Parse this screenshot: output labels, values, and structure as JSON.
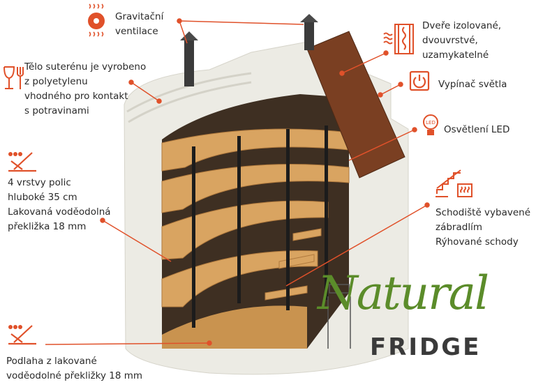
{
  "labels": {
    "ventilation": "Gravitační\nventilace",
    "body": "Tělo suterénu je vyrobeno\nz polyetylenu\nvhodného pro kontakt\ns potravinami",
    "shelves": "4 vrstvy polic\nhluboké 35 cm\nLakovaná voděodolná\npřekližka 18 mm",
    "floor": "Podlaha z lakované\nvoděodolné překližky 18 mm",
    "door": "Dveře izolované,\ndvouvrstvé,\nuzamykatelné",
    "switch": "Vypínač světla",
    "led": "Osvětlení  LED",
    "stairs": "Schodiště vybavené\nzábradlím\nRýhované schody"
  },
  "icons": {
    "ventilation": "fan-heat-icon",
    "body": "food-safe-glass-fork-icon",
    "shelves": "waterproof-icon",
    "floor": "waterproof-icon",
    "door": "insulated-door-icon",
    "switch": "power-switch-icon",
    "led": "led-bulb-icon",
    "stairs": "heated-stairs-icon",
    "led_text": "LED"
  },
  "logo": {
    "word1": "Natural",
    "word2": "FRIDGE"
  },
  "colors": {
    "accent": "#e0512a",
    "logo_green": "#5b8c2a",
    "wood": "#c9934f",
    "shell": "#ecebe4"
  }
}
